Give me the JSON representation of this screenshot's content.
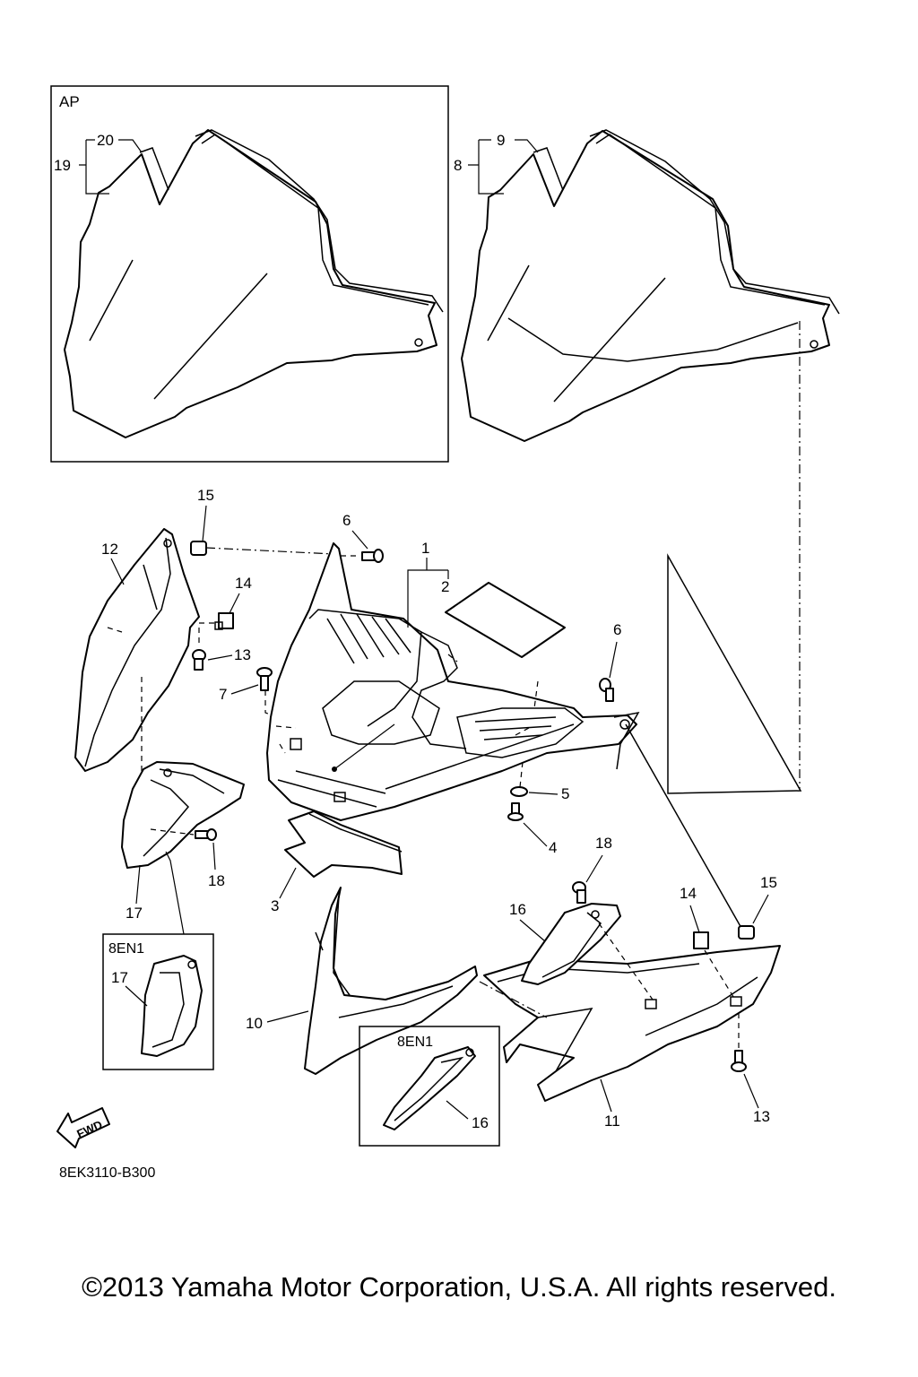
{
  "boxes": {
    "ap": "AP",
    "variant_a": "8EN1",
    "variant_b": "8EN1"
  },
  "callouts": {
    "c1": "1",
    "c2": "2",
    "c3": "3",
    "c4": "4",
    "c5": "5",
    "c6a": "6",
    "c6b": "6",
    "c7": "7",
    "c8": "8",
    "c9": "9",
    "c10": "10",
    "c11": "11",
    "c12": "12",
    "c13a": "13",
    "c13b": "13",
    "c14a": "14",
    "c14b": "14",
    "c15a": "15",
    "c15b": "15",
    "c16a": "16",
    "c16b": "16",
    "c17a": "17",
    "c17b": "17",
    "c18a": "18",
    "c18b": "18",
    "c19": "19",
    "c20": "20"
  },
  "fwd_label": "FWD",
  "diagram_code": "8EK3110-B300",
  "copyright": "©2013 Yamaha Motor Corporation, U.S.A. All rights reserved.",
  "icons": {
    "fwd_arrow": "fwd-arrow-icon"
  }
}
